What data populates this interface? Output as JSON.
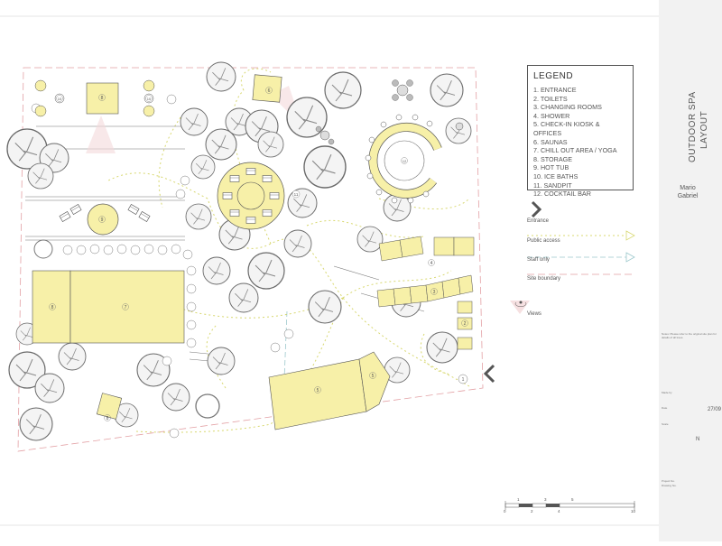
{
  "title_block": {
    "title_line1": "OUTDOOR SPA",
    "title_line2": "LAYOUT",
    "author_line1": "Mario",
    "author_line2": "Gabriel",
    "note": "Notes: Please refer to the original site plan for details of all trees.",
    "field_made_by": "Made by",
    "field_date": "Date",
    "field_scale": "Scale",
    "field_project_no": "Project No.",
    "field_drawing_no": "Drawing No.",
    "date": "27/09",
    "north": "N"
  },
  "legend": {
    "heading": "LEGEND",
    "items": [
      "1. ENTRANCE",
      "2. TOILETS",
      "3. CHANGING ROOMS",
      "4. SHOWER",
      "5. CHECK-IN KIOSK &",
      "OFFICES",
      "6. SAUNAS",
      "7. CHILL OUT AREA / YOGA",
      "8. STORAGE",
      "9. HOT TUB",
      "10. ICE BATHS",
      "11. SANDPIT",
      "12. COCKTAIL BAR"
    ]
  },
  "key": {
    "entrance": "Entrance",
    "public_access": "Public access",
    "staff_only": "Staff only",
    "site_boundary": "Site boundary",
    "views": "Views"
  },
  "scale_bar": {
    "top_labels": [
      "1",
      "3",
      "5"
    ],
    "bottom_labels": [
      "0",
      "2",
      "4",
      "10"
    ]
  },
  "plan_labels": {
    "entrance": "1",
    "toilets": "2",
    "changing_rooms": "3",
    "shower": "4",
    "kiosk": "5",
    "saunas": "6",
    "chill_out": "7",
    "storage": "8",
    "hot_tub": "9",
    "ice_baths": "10",
    "sandpit": "11",
    "cocktail_bar": "12"
  },
  "colors": {
    "building_fill": "#f7f0a8",
    "building_stroke": "#555555",
    "public_path": "#d8d870",
    "staff_path": "#9cc8cc",
    "boundary": "#e3a0a4",
    "tree_stroke": "#666666",
    "tree_fill": "#f4f4f4",
    "title_block_bg": "#f2f2f2"
  }
}
